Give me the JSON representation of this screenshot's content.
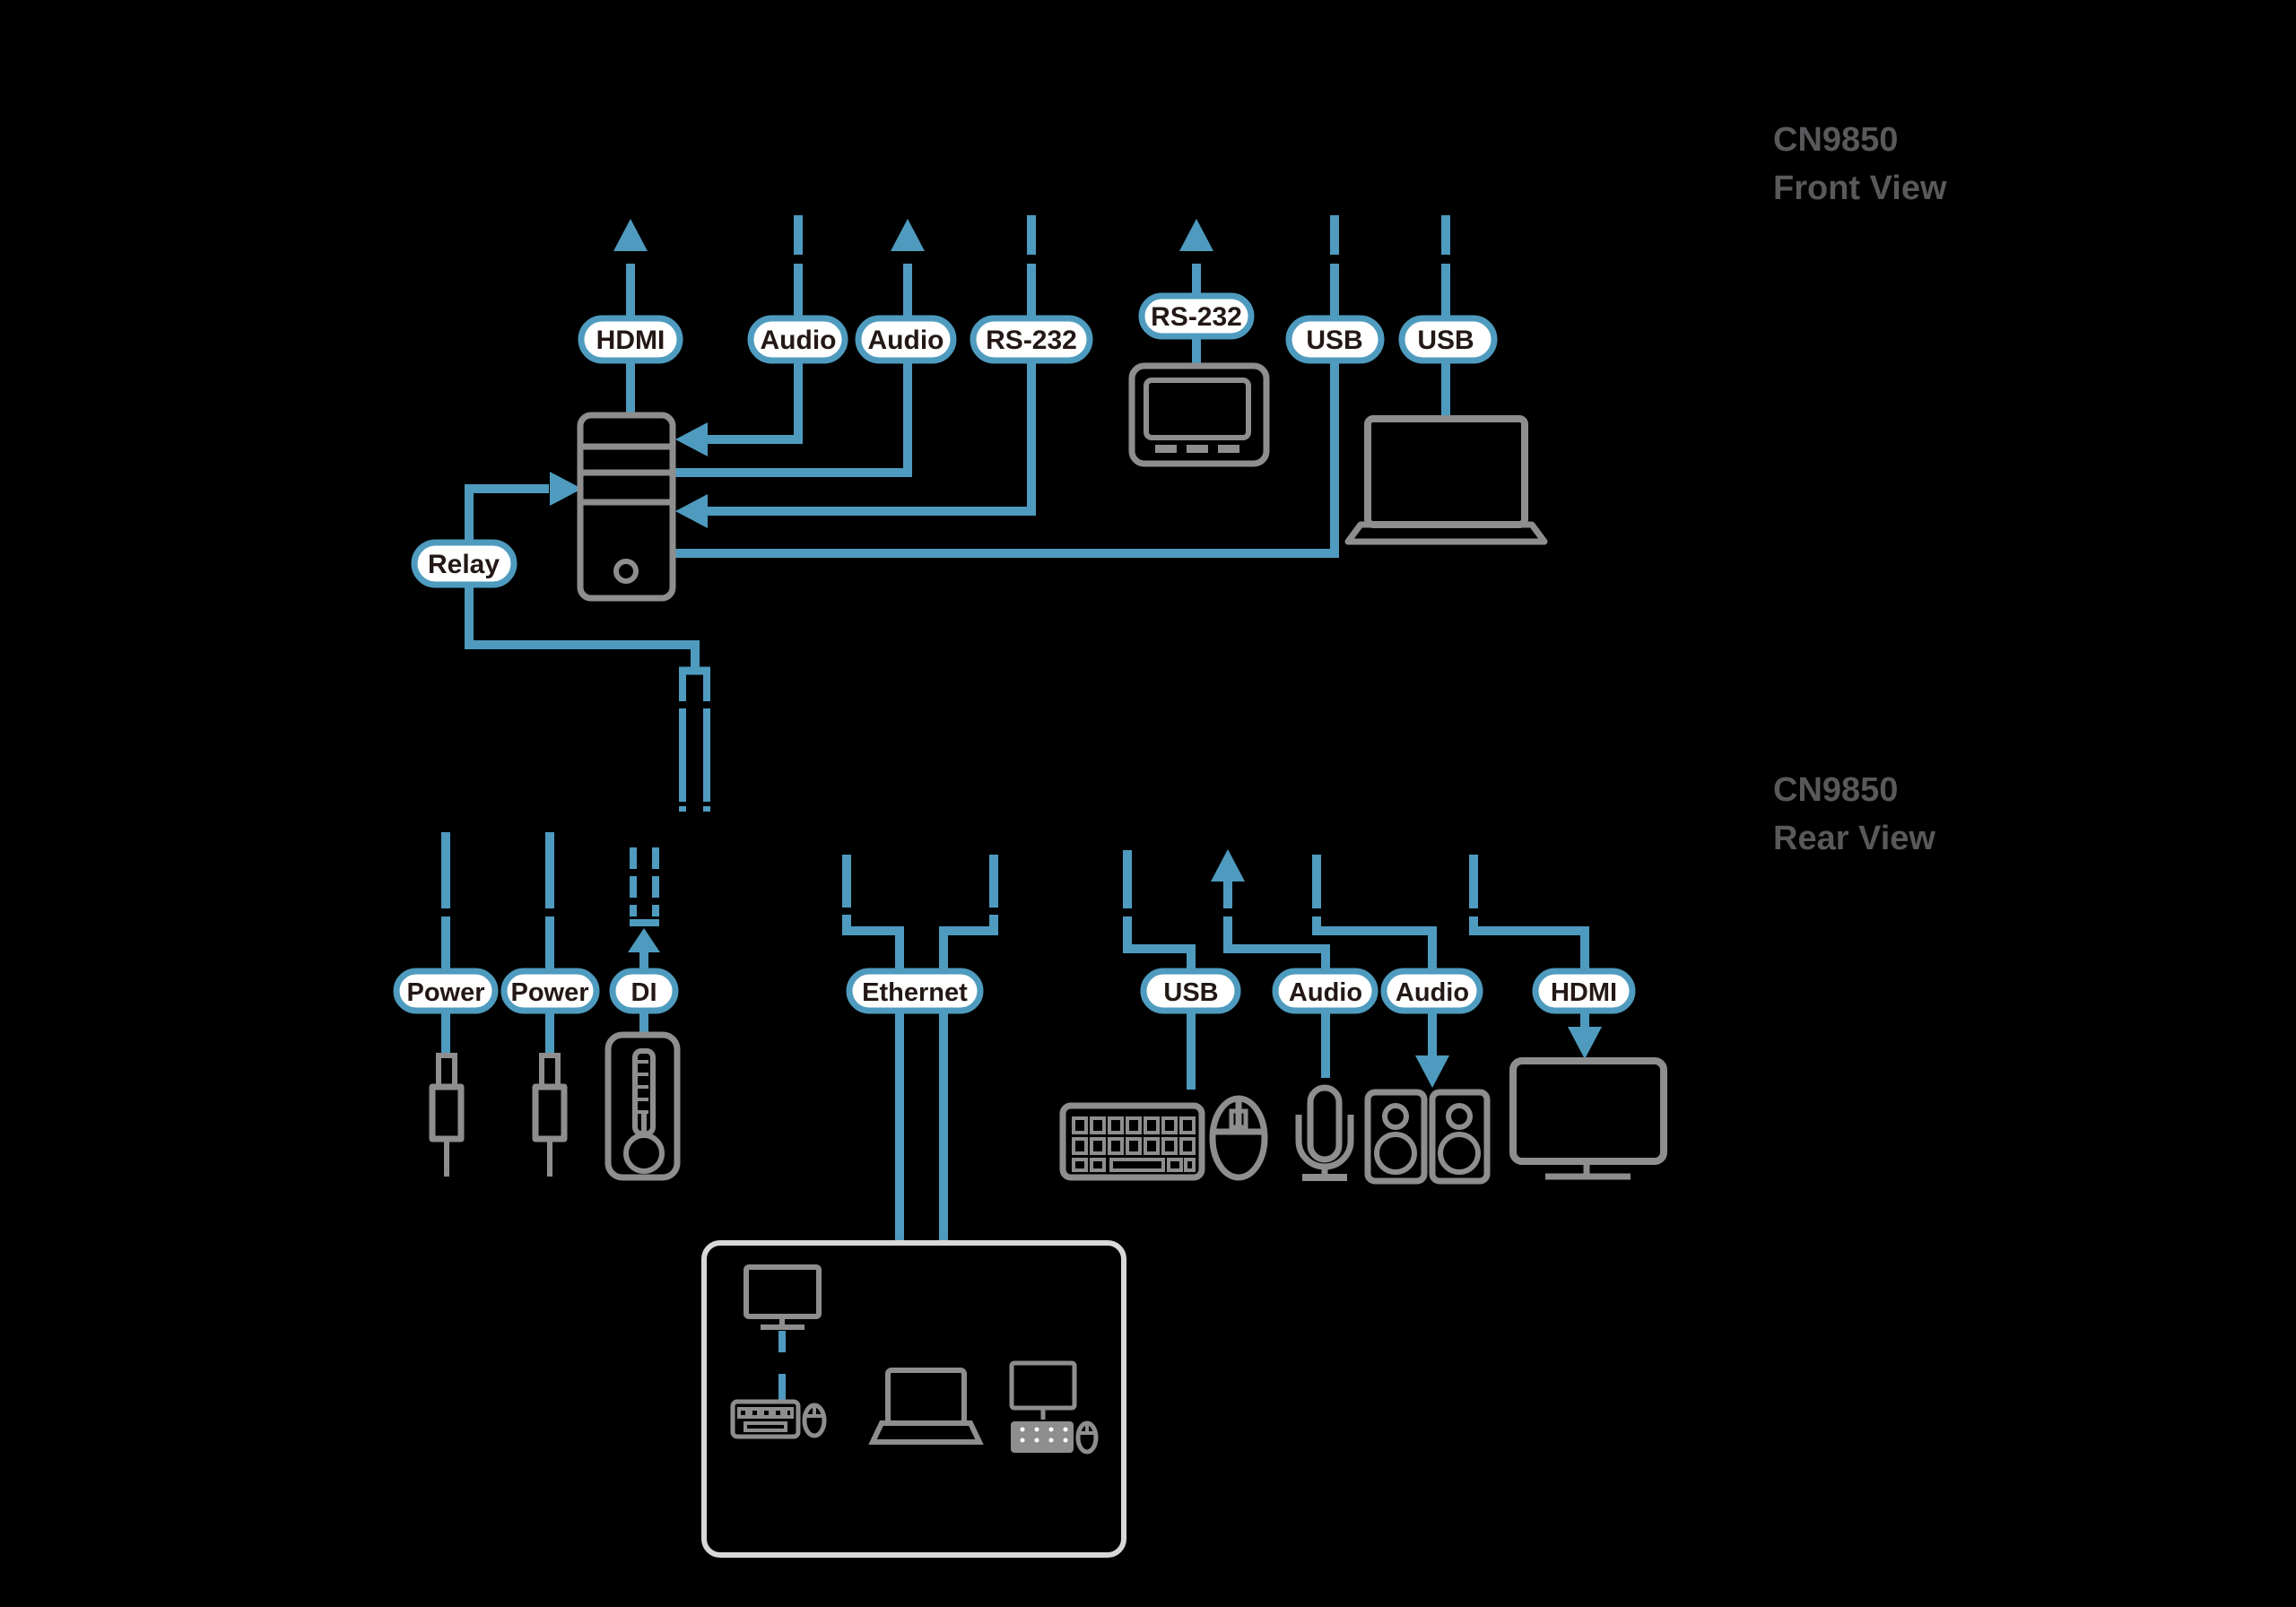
{
  "front": {
    "title": {
      "model": "CN9850",
      "view": "Front View"
    },
    "pills": [
      {
        "label": "HDMI"
      },
      {
        "label": "Audio"
      },
      {
        "label": "Audio"
      },
      {
        "label": "RS-232"
      },
      {
        "label": "RS-232"
      },
      {
        "label": "USB"
      },
      {
        "label": "USB"
      }
    ],
    "relay": {
      "label": "Relay"
    },
    "icons": [
      "computer-tower",
      "serial-control-device",
      "laptop"
    ]
  },
  "rear": {
    "title": {
      "model": "CN9850",
      "view": "Rear View"
    },
    "pills": [
      {
        "label": "Power"
      },
      {
        "label": "Power"
      },
      {
        "label": "DI"
      },
      {
        "label": "Ethernet"
      },
      {
        "label": "USB"
      },
      {
        "label": "Audio"
      },
      {
        "label": "Audio"
      },
      {
        "label": "HDMI"
      }
    ],
    "icons": [
      "power-plug",
      "power-plug",
      "thermometer-sensor",
      "lan-segment",
      "keyboard",
      "mouse",
      "microphone",
      "speakers",
      "monitor",
      "workstation-monitor-keyboard-mouse",
      "workstation-laptop",
      "workstation-desktop-mouse"
    ]
  },
  "colors": {
    "background": "#000000",
    "line_blue": "#4E9BBF",
    "pill_fill": "#FFFFFF",
    "pill_text": "#231815",
    "icon_gray": "#8E8E8E",
    "network_box_gray": "#D8D8D8",
    "title_gray": "#58595B"
  }
}
